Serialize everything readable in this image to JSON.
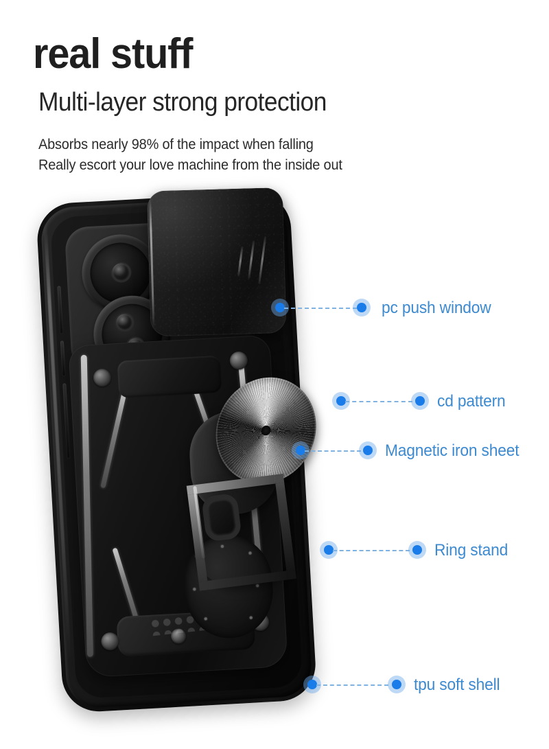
{
  "header": {
    "headline": "real stuff",
    "subhead": "Multi-layer strong protection",
    "blurb_line1": "Absorbs nearly 98% of the impact when falling",
    "blurb_line2": "Really escort your love machine from the inside out"
  },
  "colors": {
    "headline": "#1f1f1f",
    "subhead": "#262626",
    "blurb": "#2b2b2b",
    "callout_text": "#3d8ad0",
    "callout_dot": "#1a7ce8",
    "callout_dot_halo": "#6eaaeb",
    "callout_dash": "#7fb2e0",
    "background": "#ffffff"
  },
  "callouts": [
    {
      "id": "pc-push-window",
      "label": "pc push window"
    },
    {
      "id": "cd-pattern",
      "label": "cd pattern"
    },
    {
      "id": "magnetic-iron-sheet",
      "label": "Magnetic iron sheet"
    },
    {
      "id": "ring-stand",
      "label": "Ring stand"
    },
    {
      "id": "tpu-soft-shell",
      "label": "tpu soft shell"
    }
  ],
  "product": {
    "type": "phone-case",
    "parts": [
      "tpu-soft-shell",
      "armor-plate",
      "sliding-camera-cover",
      "camera-module",
      "magnetic-ring-holder",
      "cd-pattern-disc",
      "kickstand-ring"
    ]
  }
}
